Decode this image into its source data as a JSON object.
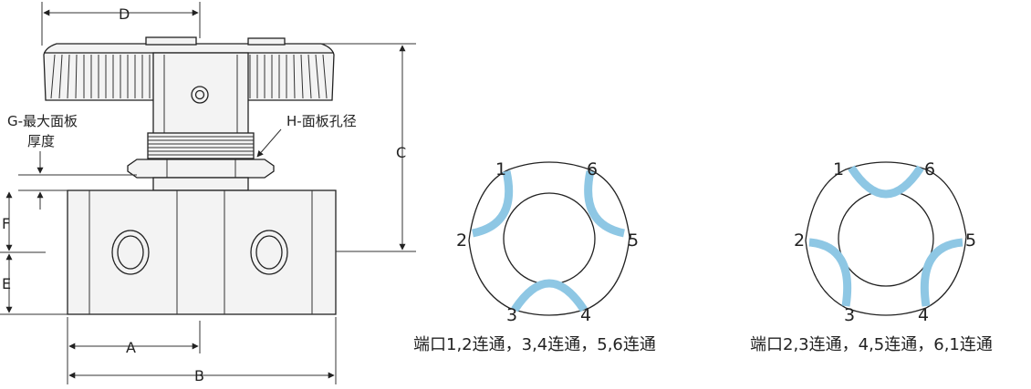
{
  "dimension_labels": {
    "A": "A",
    "B": "B",
    "C": "C",
    "D": "D",
    "E": "E",
    "F": "F"
  },
  "annotations": {
    "g_label_line1": "G-最大面板",
    "g_label_line2": "厚度",
    "h_label": "H-面板孔径"
  },
  "diagram_left": {
    "ports": {
      "p1": "1",
      "p2": "2",
      "p3": "3",
      "p4": "4",
      "p5": "5",
      "p6": "6"
    },
    "caption": "端口1,2连通，3,4连通，5,6连通"
  },
  "diagram_right": {
    "ports": {
      "p1": "1",
      "p2": "2",
      "p3": "3",
      "p4": "4",
      "p5": "5",
      "p6": "6"
    },
    "caption": "端口2,3连通，4,5连通，6,1连通"
  },
  "colors": {
    "line": "#222222",
    "channel": "#8ec7e4",
    "body_fill": "#f3f3f3"
  }
}
